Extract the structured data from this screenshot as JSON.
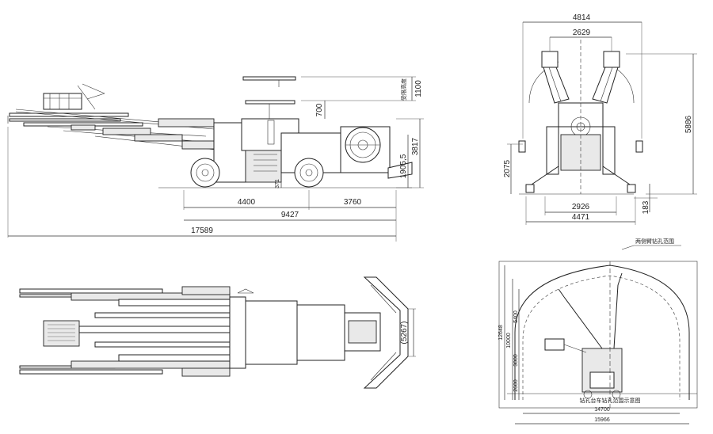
{
  "side_view": {
    "dims": {
      "total_length": "17589",
      "wheelbase_span": "9427",
      "rear_span": "4400",
      "front_span": "3760",
      "total_height": "3817",
      "platform_gap": "700",
      "platform_raise": "1100",
      "body_height": "1905,5",
      "ground_clearance": "371"
    },
    "platform_note": "受限高度"
  },
  "front_view": {
    "dims": {
      "overall_width": "4814",
      "arm_spacing": "2629",
      "height": "5886",
      "outrigger_height": "2075",
      "base_height": "183",
      "track_width": "2926",
      "outrigger_width": "4471"
    }
  },
  "top_view": {
    "dims": {
      "bucket_width": "(5267)"
    }
  },
  "coverage_view": {
    "callout": "两侧臂钻孔范围",
    "dims": {
      "section_width": "14700",
      "outer_width": "15966",
      "height_total": "12648",
      "height_inner": "10000",
      "seg_upper": "5400",
      "seg_mid": "3000",
      "seg_low": "2600"
    },
    "caption": "钻孔台车钻孔范围示意图"
  }
}
